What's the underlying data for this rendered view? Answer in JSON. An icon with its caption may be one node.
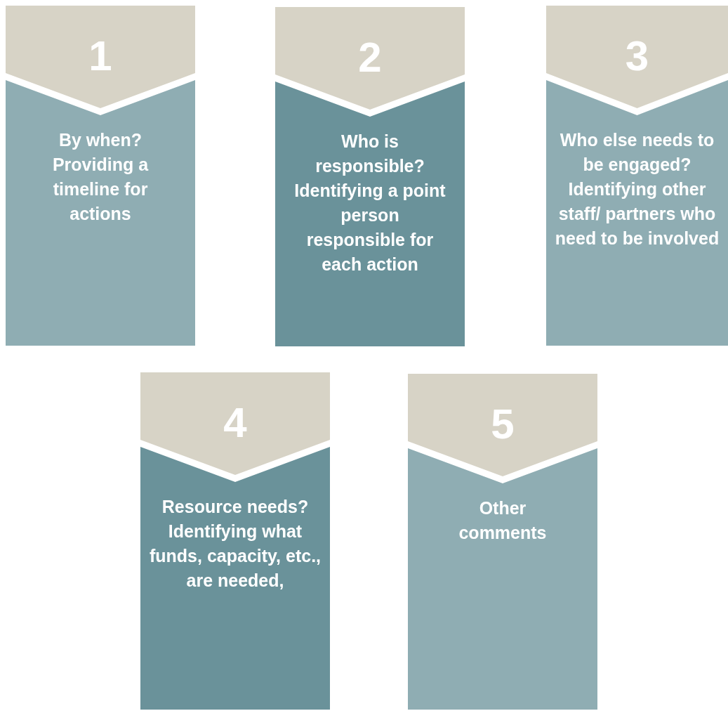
{
  "diagram": {
    "nodes": [
      {
        "text": [
          "1",
          "By when? Providing a timeline for actions"
        ]
      },
      {
        "text": [
          "2",
          "Who is responsible? Identifying a point person responsible for each action"
        ]
      },
      {
        "text": [
          "3",
          "Who else needs to be engaged? Identifying other staff/ partners who need to be involved"
        ]
      },
      {
        "text": [
          "4",
          "Resource needs? Identifying what funds, capacity, etc., are needed,"
        ]
      },
      {
        "text": [
          "5",
          "Other comments"
        ]
      }
    ]
  }
}
